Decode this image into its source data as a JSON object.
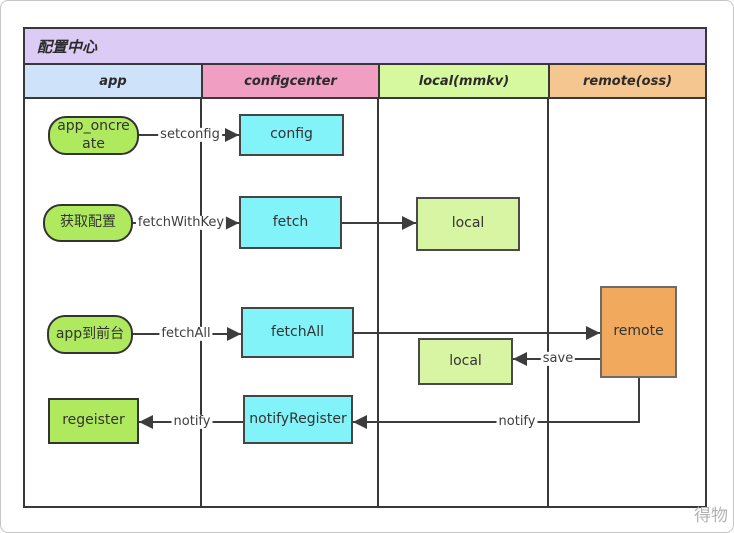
{
  "diagram": {
    "title": "配置中心",
    "watermark": "得物",
    "lanes": [
      {
        "label": "app",
        "color": "#CEE2FA"
      },
      {
        "label": "configcenter",
        "color": "#F09EC1"
      },
      {
        "label": "local(mmkv)",
        "color": "#D6F89E"
      },
      {
        "label": "remote(oss)",
        "color": "#F5C68F"
      }
    ],
    "colors": {
      "title_bg": "#DCCCF5",
      "node_green": "#AFEA5E",
      "node_light_green": "#D8F5A4",
      "node_cyan": "#82F3F9",
      "node_orange": "#F0A95D",
      "line": "#3d3d3d"
    },
    "nodes": {
      "app_oncreate": {
        "label": "app_oncreate",
        "shape": "rounded",
        "lane": "app"
      },
      "config": {
        "label": "config",
        "shape": "rect",
        "lane": "configcenter"
      },
      "get_config": {
        "label": "获取配置",
        "shape": "rounded",
        "lane": "app"
      },
      "fetch": {
        "label": "fetch",
        "shape": "rect",
        "lane": "configcenter"
      },
      "local_fetch": {
        "label": "local",
        "shape": "rect",
        "lane": "local(mmkv)"
      },
      "app_foreground": {
        "label": "app到前台",
        "shape": "rounded",
        "lane": "app"
      },
      "fetch_all": {
        "label": "fetchAll",
        "shape": "rect",
        "lane": "configcenter"
      },
      "remote": {
        "label": "remote",
        "shape": "rect",
        "lane": "remote(oss)"
      },
      "local_save": {
        "label": "local",
        "shape": "rect",
        "lane": "local(mmkv)"
      },
      "regeister": {
        "label": "regeister",
        "shape": "rect",
        "lane": "app"
      },
      "notify_register": {
        "label": "notifyRegister",
        "shape": "rect",
        "lane": "configcenter"
      }
    },
    "edge_labels": {
      "setconfig": "setconfig",
      "fetch_with_key": "fetchWithKey",
      "fetch_all": "fetchAll",
      "save": "save",
      "notify_remote": "notify",
      "notify_app": "notify"
    }
  }
}
